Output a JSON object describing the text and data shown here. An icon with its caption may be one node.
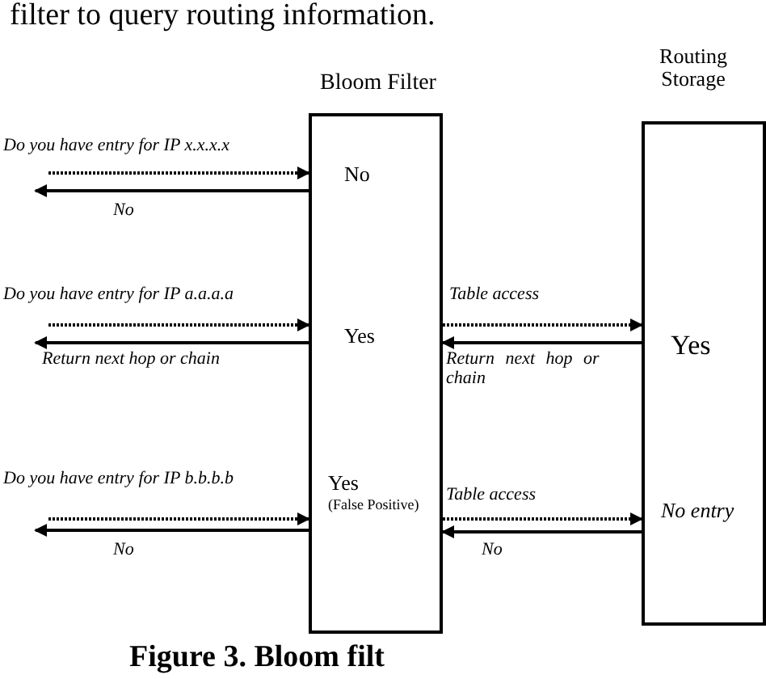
{
  "diagram": {
    "caption": "Figure 3. Bloom filt",
    "nodes": [
      {
        "text": [
          "Bloom Filter",
          "No",
          "Yes",
          "Yes",
          "(False Positive)"
        ]
      },
      {
        "text": [
          "Routing Storage",
          "Yes",
          "No entry"
        ]
      }
    ],
    "edges": [
      {
        "from": null,
        "to": 0,
        "arrow": "to",
        "style": "dashed",
        "label": "Do you have entry for IP x.x.x.x"
      },
      {
        "from": 0,
        "to": null,
        "arrow": "to",
        "label": "No"
      },
      {
        "from": null,
        "to": 0,
        "arrow": "to",
        "style": "dashed",
        "label": "Do you have entry for IP a.a.a.a"
      },
      {
        "from": 0,
        "to": null,
        "arrow": "to",
        "label": "Return next hop or chain"
      },
      {
        "from": 0,
        "to": 1,
        "arrow": "to",
        "style": "dashed",
        "label": "Table access"
      },
      {
        "from": 1,
        "to": 0,
        "arrow": "to",
        "label": "Return next hop or chain"
      },
      {
        "from": null,
        "to": 0,
        "arrow": "to",
        "style": "dashed",
        "label": "Do you have entry for IP b.b.b.b"
      },
      {
        "from": 0,
        "to": null,
        "arrow": "to",
        "label": "No"
      },
      {
        "from": 0,
        "to": 1,
        "arrow": "to",
        "style": "dashed",
        "label": "Table access"
      },
      {
        "from": 1,
        "to": 0,
        "arrow": "to",
        "label": "No"
      }
    ],
    "labels": [
      "filter to query routing information."
    ]
  }
}
